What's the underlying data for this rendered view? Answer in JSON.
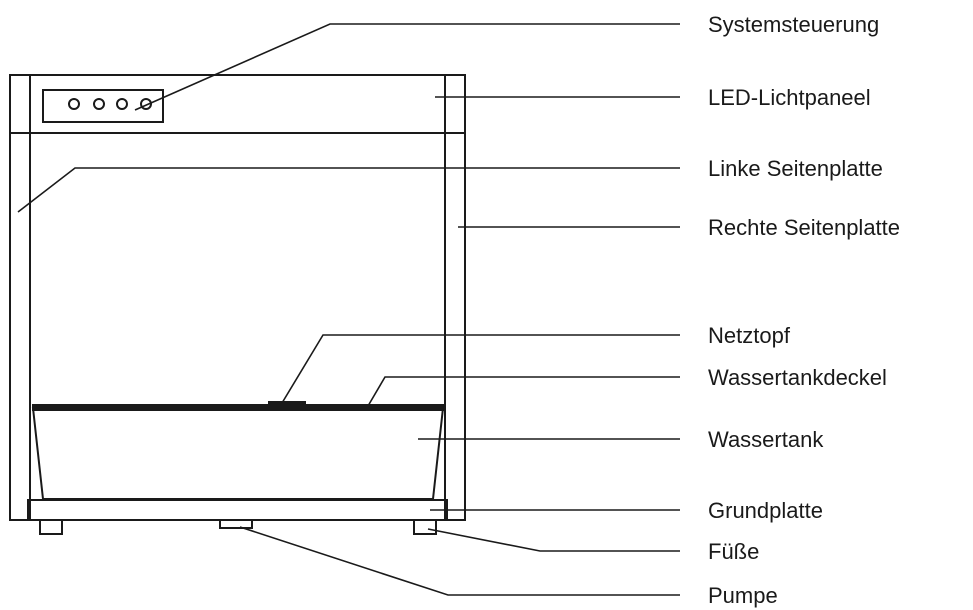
{
  "diagram": {
    "labels": {
      "systemsteuerung": "Systemsteuerung",
      "led_lichtpaneel": "LED-Lichtpaneel",
      "linke_seitenplatte": "Linke Seitenplatte",
      "rechte_seitenplatte": "Rechte Seitenplatte",
      "netztopf": "Netztopf",
      "wassertankdeckel": "Wassertankdeckel",
      "wassertank": "Wassertank",
      "grundplatte": "Grundplatte",
      "fuesse": "Füße",
      "pumpe": "Pumpe"
    },
    "line_color": "#1a1a1a",
    "background_color": "#ffffff"
  }
}
